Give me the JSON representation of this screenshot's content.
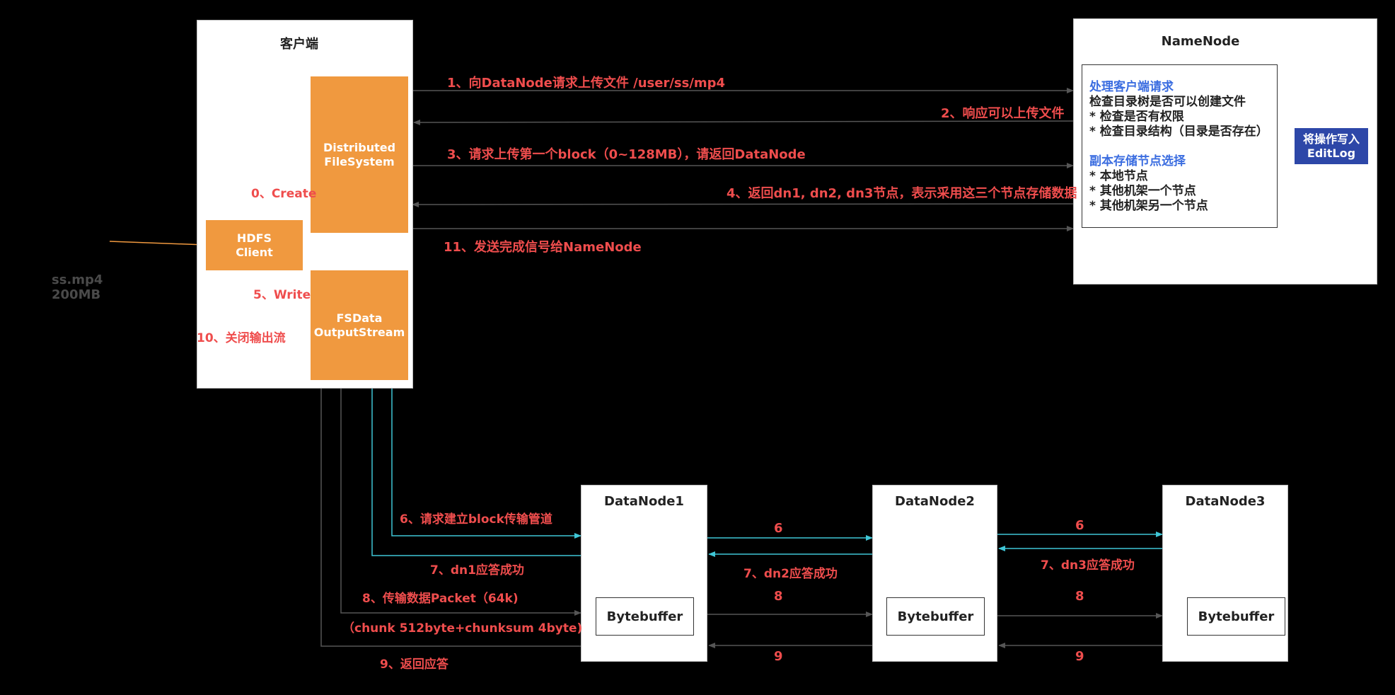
{
  "file": {
    "name": "ss.mp4",
    "size": "200MB"
  },
  "client": {
    "title": "客户端",
    "hdfs_client": "HDFS\nClient",
    "distributed_fs": "Distributed\nFileSystem",
    "fsdata_output": "FSData\nOutputStream",
    "step0": "0、Create",
    "step5": "5、Write",
    "step10": "10、关闭输出流"
  },
  "namenode": {
    "title": "NameNode",
    "lines": [
      "处理客户端请求",
      "检查目录树是否可以创建文件",
      "* 检查是否有权限",
      "* 检查目录结构（目录是否存在）",
      "",
      "副本存储节点选择",
      "* 本地节点",
      "* 其他机架一个节点",
      "* 其他机架另一个节点"
    ],
    "editlog": "将操作写入\nEditLog"
  },
  "messages": {
    "m1": "1、向DataNode请求上传文件 /user/ss/mp4",
    "m2": "2、响应可以上传文件",
    "m3": "3、请求上传第一个block（0~128MB），请返回DataNode",
    "m4": "4、返回dn1, dn2, dn3节点，表示采用这三个节点存储数据",
    "m11": "11、发送完成信号给NameNode",
    "m6": "6、请求建立block传输管道",
    "m7": "7、dn1应答成功",
    "m8": "8、传输数据Packet（64k)",
    "m8b": "（chunk 512byte+chunksum 4byte)",
    "m9": "9、返回应答",
    "s6a": "6",
    "s6b": "6",
    "s7a": "7、dn2应答成功",
    "s7b": "7、dn3应答成功",
    "s8a": "8",
    "s8b": "8",
    "s9a": "9",
    "s9b": "9"
  },
  "datanodes": [
    {
      "title": "DataNode1",
      "buffer": "Bytebuffer"
    },
    {
      "title": "DataNode2",
      "buffer": "Bytebuffer"
    },
    {
      "title": "DataNode3",
      "buffer": "Bytebuffer"
    }
  ],
  "colors": {
    "orange": "#f0993f",
    "red_label": "#ef4d4d",
    "cyan": "#3fc6d6",
    "blue": "#2d47a8",
    "blue_text": "#3b6de0"
  }
}
